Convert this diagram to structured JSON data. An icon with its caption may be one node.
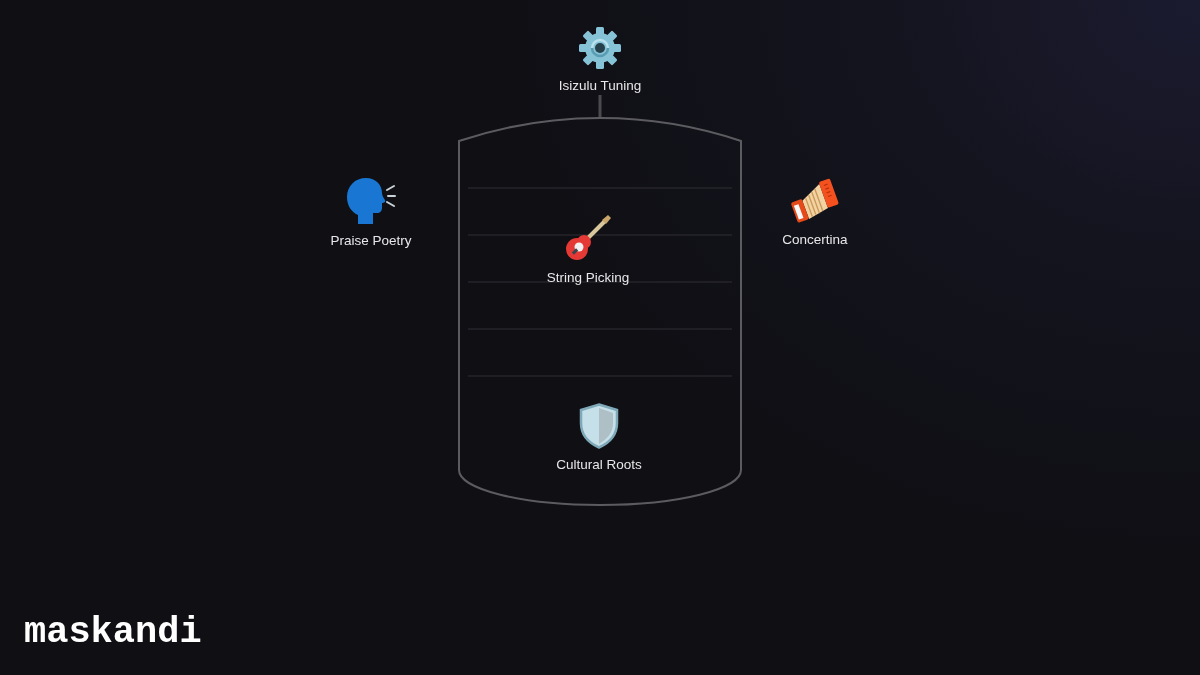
{
  "diagram": {
    "title": "maskandi",
    "nodes": [
      {
        "text": [
          "Isizulu Tuning"
        ]
      },
      {
        "text": [],
        "shape": "cylinder"
      },
      {
        "text": [
          "Praise Poetry"
        ]
      },
      {
        "text": [
          "Concertina"
        ]
      },
      {
        "text": [
          "String Picking"
        ],
        "in": 1
      },
      {
        "text": [
          "Cultural Roots"
        ],
        "in": 1
      }
    ],
    "edges": [
      {
        "from": 0,
        "to": 1,
        "arrow": "none"
      }
    ]
  }
}
